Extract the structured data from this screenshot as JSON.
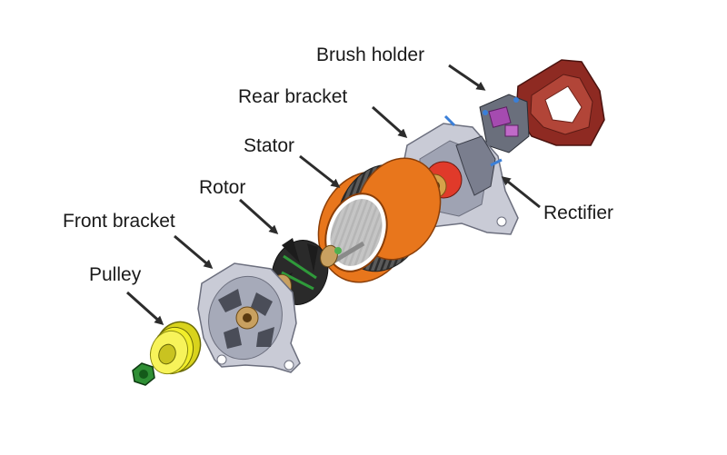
{
  "labels": {
    "brush_holder": "Brush holder",
    "rear_bracket": "Rear bracket",
    "stator": "Stator",
    "rotor": "Rotor",
    "front_bracket": "Front bracket",
    "pulley": "Pulley",
    "rectifier": "Rectifier"
  },
  "colors": {
    "stator_orange": "#e8761c",
    "stator_core": "#4a4a4a",
    "bracket_gray": "#c9cbd6",
    "bracket_dark": "#6c6f7e",
    "pulley_yellow": "#f2ee2a",
    "nut_green": "#2f8f35",
    "cover_red": "#8e2a22",
    "rectifier_purple": "#a54bb0",
    "bolt_blue": "#3a7fd8",
    "arrow_dark": "#2c2c2c"
  }
}
